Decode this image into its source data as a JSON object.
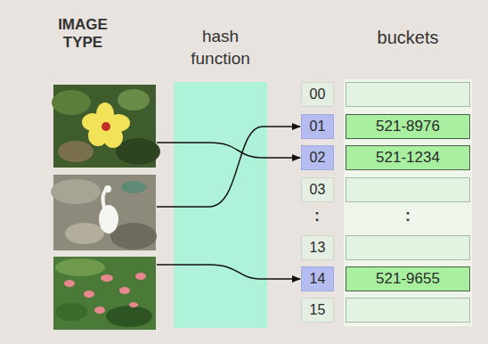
{
  "diagram": {
    "nodes": [
      {
        "text": [
          "hash function"
        ]
      },
      {
        "text": [
          "00"
        ]
      },
      {
        "text": [
          "01"
        ]
      },
      {
        "text": [
          "521-8976"
        ]
      },
      {
        "text": [
          "02"
        ]
      },
      {
        "text": [
          "521-1234"
        ]
      },
      {
        "text": [
          "03"
        ]
      },
      {
        "text": [
          "13"
        ]
      },
      {
        "text": [
          "14"
        ]
      },
      {
        "text": [
          "521-9655"
        ]
      },
      {
        "text": [
          "15"
        ]
      }
    ],
    "edges": [
      {
        "from": 0,
        "to": 4,
        "arrow": "to"
      },
      {
        "from": 0,
        "to": 2,
        "arrow": "to"
      },
      {
        "from": 0,
        "to": 8,
        "arrow": "to"
      }
    ],
    "labels": [
      "IMAGE TYPE",
      "buckets",
      ":",
      ":"
    ]
  }
}
